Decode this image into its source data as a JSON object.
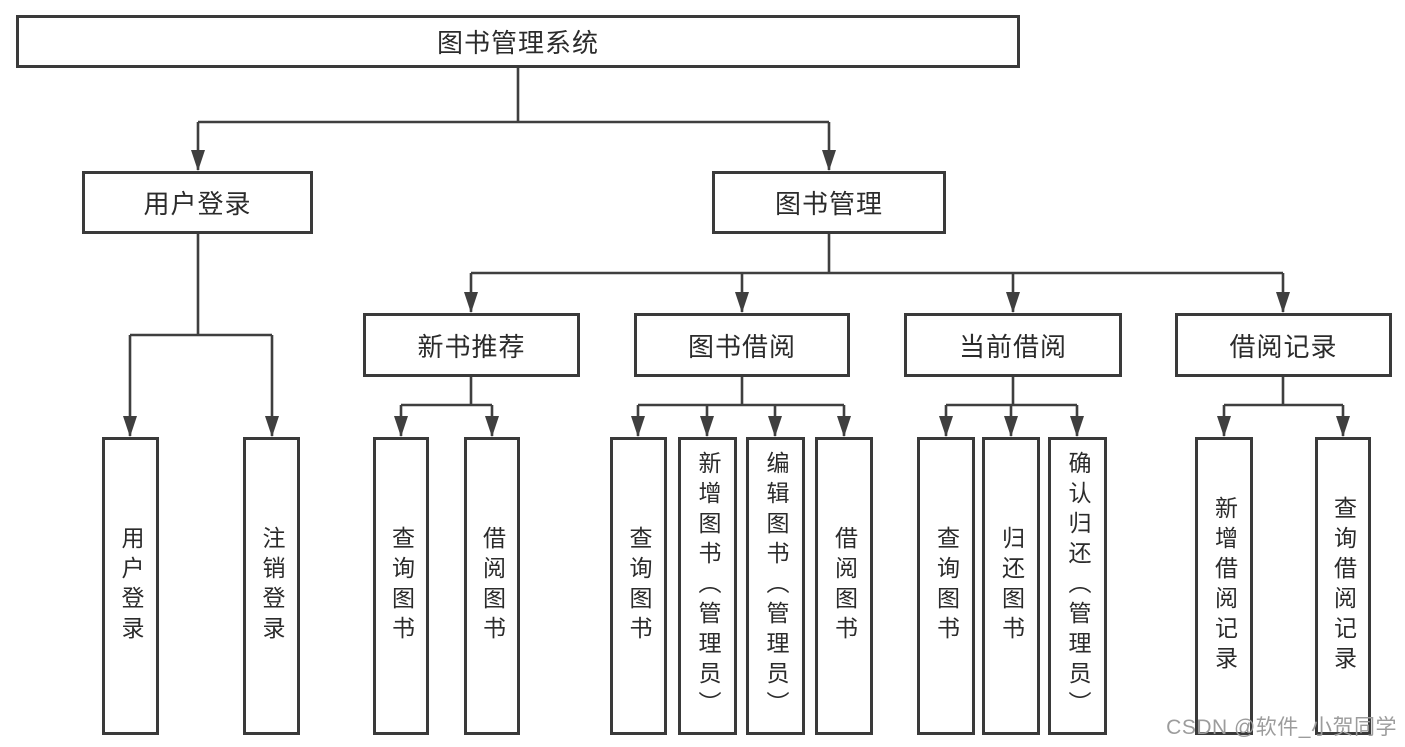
{
  "tree": {
    "root": {
      "label": "图书管理系统"
    },
    "branches": [
      {
        "label": "用户登录",
        "children": [
          {
            "label": "用户登录"
          },
          {
            "label": "注销登录"
          }
        ]
      },
      {
        "label": "图书管理",
        "groups": [
          {
            "label": "新书推荐",
            "children": [
              {
                "label": "查询图书"
              },
              {
                "label": "借阅图书"
              }
            ]
          },
          {
            "label": "图书借阅",
            "children": [
              {
                "label": "查询图书"
              },
              {
                "label": "新增图书（管理员）"
              },
              {
                "label": "编辑图书（管理员）"
              },
              {
                "label": "借阅图书"
              }
            ]
          },
          {
            "label": "当前借阅",
            "children": [
              {
                "label": "查询图书"
              },
              {
                "label": "归还图书"
              },
              {
                "label": "确认归还（管理员）"
              }
            ]
          },
          {
            "label": "借阅记录",
            "children": [
              {
                "label": "新增借阅记录"
              },
              {
                "label": "查询借阅记录"
              }
            ]
          }
        ]
      }
    ]
  },
  "watermark": {
    "text": "CSDN @软件_小贺同学"
  },
  "colors": {
    "line": "#3f3f3f",
    "box_border": "#3a3a3a",
    "text": "#2b2b2b",
    "background": "#ffffff",
    "watermark": "#9c9c9c"
  }
}
